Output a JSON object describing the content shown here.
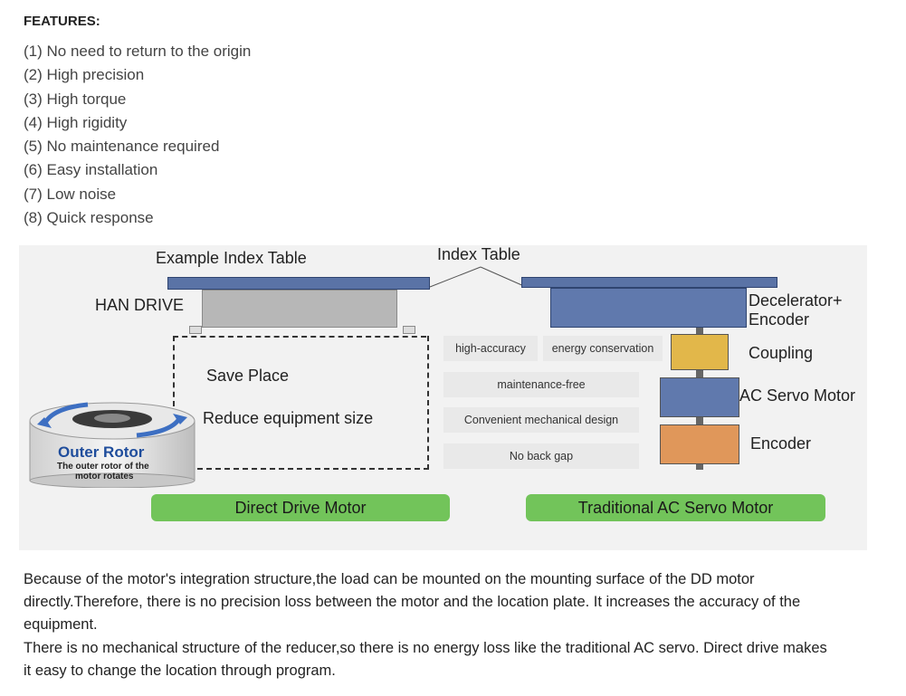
{
  "features": {
    "heading": "FEATURES:",
    "items": [
      "(1) No need to return to the origin",
      "(2) High precision",
      "(3) High torque",
      "(4) High rigidity",
      "(5) No maintenance required",
      "(6) Easy installation",
      "(7) Low noise",
      "(8) Quick response"
    ]
  },
  "diagram": {
    "example_index_table": "Example Index Table",
    "index_table": "Index Table",
    "han_drive": "HAN DRIVE",
    "save_place": "Save Place",
    "reduce_size": "Reduce equipment size",
    "outer_rotor_title": "Outer Rotor",
    "outer_rotor_caption_1": "The outer rotor of the",
    "outer_rotor_caption_2": "motor rotates",
    "advantages": [
      "high-accuracy",
      "energy conservation",
      "maintenance-free",
      "Convenient mechanical design",
      "No back gap"
    ],
    "decelerator_1": "Decelerator+",
    "decelerator_2": "Encoder",
    "coupling": "Coupling",
    "ac_servo_motor": "AC Servo Motor",
    "encoder": "Encoder",
    "direct_drive_label": "Direct Drive Motor",
    "traditional_label": "Traditional AC Servo Motor",
    "colors": {
      "plate": "#5a73a6",
      "green": "#72c45a",
      "coupling": "#e2b74a",
      "encoder": "#e0975a"
    }
  },
  "description": {
    "paragraph_1": "Because of the motor's integration structure,the load can be mounted on the mounting surface of the DD motor directly.Therefore, there is no precision loss between the motor and the location plate. It increases the accuracy of the equipment.",
    "paragraph_2": "There is no mechanical structure of the reducer,so there is no energy loss like the traditional AC servo. Direct drive makes it easy to change the location through program."
  }
}
